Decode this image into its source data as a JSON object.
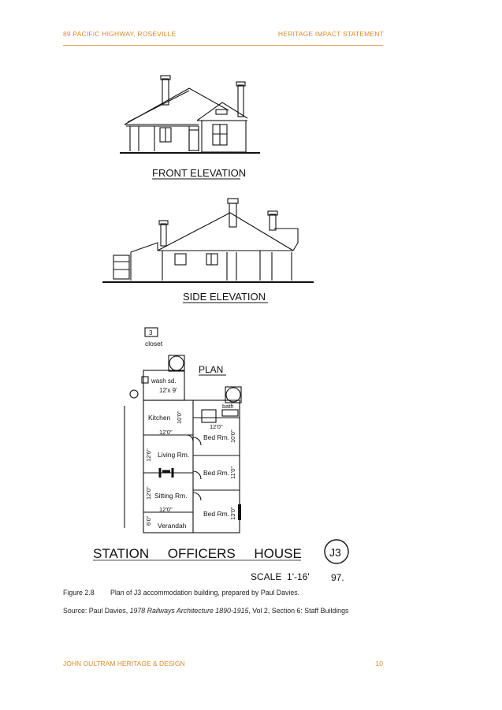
{
  "header": {
    "left": "89 PACIFIC HIGHWAY, ROSEVILLE",
    "right": "HERITAGE IMPACT STATEMENT"
  },
  "drawing": {
    "front_elevation": "FRONT ELEVATION",
    "side_elevation": "SIDE ELEVATION",
    "plan_title": "PLAN",
    "closet_num": "3",
    "closet": "closet",
    "rooms": {
      "wash": "wash sd.",
      "wash_dim": "12'x 9'",
      "kitchen": "Kitchen",
      "kitchen_dim": "10'0\"",
      "bath": "bath",
      "dim_12a": "12'0\"",
      "dim_12b": "12'0\"",
      "bed1": "Bed Rm.",
      "dim_10": "10'0\"",
      "living": "Living  Rm.",
      "dim_126": "12'6\"",
      "bed2": "Bed Rm.",
      "dim_11": "11'0\"",
      "sitting": "Sitting  Rm.",
      "dim_120": "12'0\"",
      "dim_12c": "12'0\"",
      "bed3": "Bed Rm.",
      "dim_13": "13'0\"",
      "dim_60": "6'0\"",
      "verandah": "Verandah"
    },
    "title": "STATION     OFFICERS     HOUSE",
    "badge": "J3",
    "scale": "SCALE  1'-16'",
    "page_no": "97."
  },
  "caption": {
    "fig_label": "Figure 2.8",
    "fig_text": "Plan of J3 accommodation building, prepared by Paul Davies.",
    "source_prefix": "Source: Paul Davies, ",
    "source_title": "1978 Railways Architecture 1890-1915",
    "source_suffix": ", Vol 2, Section 6: Staff Buildings"
  },
  "footer": {
    "left": "JOHN OULTRAM HERITAGE & DESIGN",
    "right": "10"
  },
  "colors": {
    "accent": "#d98a2b"
  }
}
